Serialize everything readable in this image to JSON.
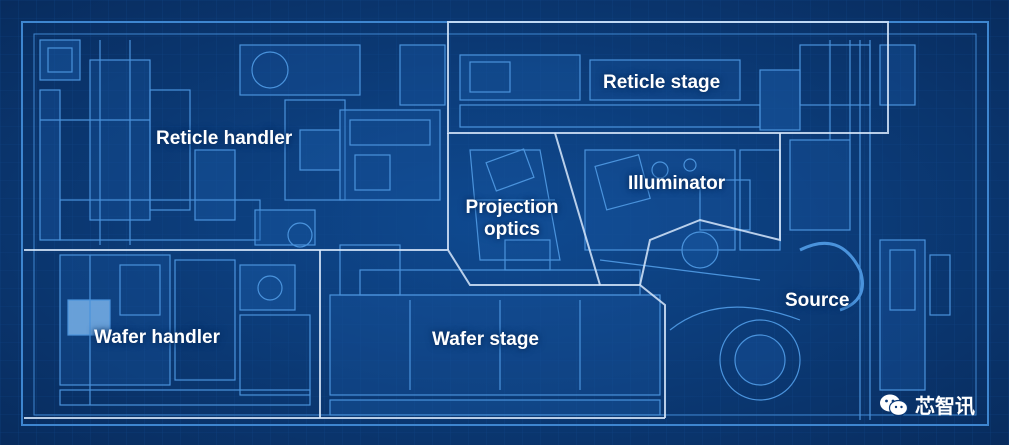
{
  "diagram": {
    "labels": {
      "reticle_handler": "Reticle handler",
      "reticle_stage": "Reticle stage",
      "projection_optics": "Projection\noptics",
      "illuminator": "Illuminator",
      "source": "Source",
      "wafer_handler": "Wafer handler",
      "wafer_stage": "Wafer stage"
    },
    "colors": {
      "background": "#0b3a78",
      "drawing_line": "#3e86d0",
      "drawing_fill": "#1a5aa6",
      "section_border": "#d7e8fb",
      "label_text": "#ffffff"
    }
  },
  "watermark": {
    "icon": "wechat-icon",
    "text": "芯智讯"
  }
}
